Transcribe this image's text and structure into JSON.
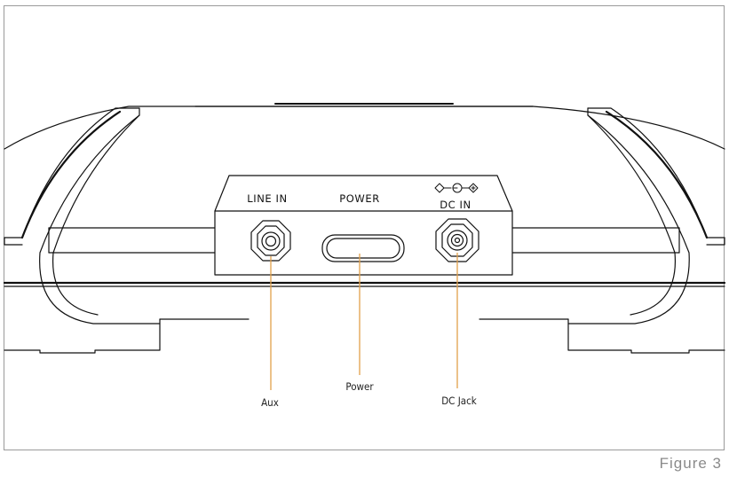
{
  "panel_labels": {
    "line_in": "LINE IN",
    "power": "POWER",
    "dc_in": "DC IN"
  },
  "callouts": {
    "aux": "Aux",
    "power": "Power",
    "dc_jack": "DC Jack"
  },
  "caption": "Figure 3",
  "colors": {
    "callout_line": "#e2a04a",
    "outline": "#111111"
  },
  "icons": [
    "dc-polarity-icon"
  ]
}
